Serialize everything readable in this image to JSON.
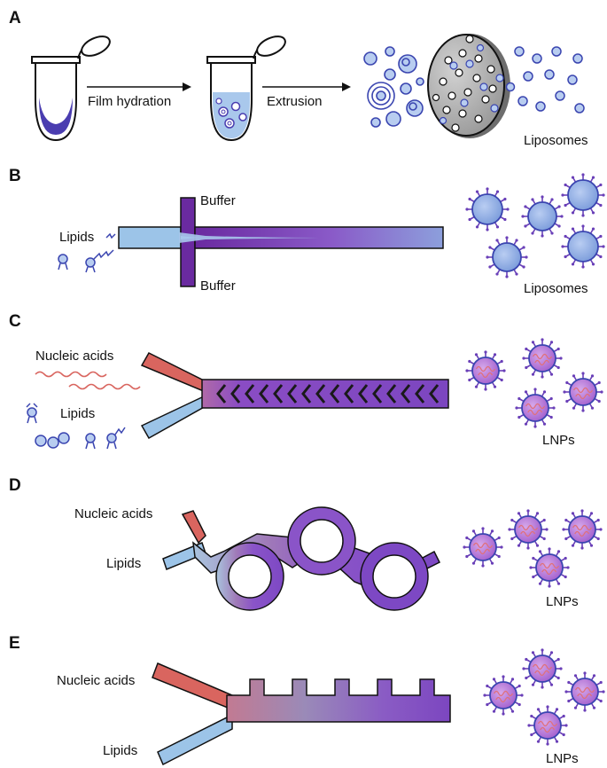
{
  "panels": {
    "a": {
      "letter": "A",
      "step1": "Film hydration",
      "step2": "Extrusion",
      "product": "Liposomes"
    },
    "b": {
      "letter": "B",
      "buffer_top": "Buffer",
      "buffer_bottom": "Buffer",
      "input": "Lipids",
      "product": "Liposomes"
    },
    "c": {
      "letter": "C",
      "input1": "Nucleic acids",
      "input2": "Lipids",
      "product": "LNPs"
    },
    "d": {
      "letter": "D",
      "input1": "Nucleic acids",
      "input2": "Lipids",
      "product": "LNPs"
    },
    "e": {
      "letter": "E",
      "input1": "Nucleic acids",
      "input2": "Lipids",
      "product": "LNPs"
    }
  },
  "colors": {
    "lipid_blue": "#9cc4e8",
    "nucleic_red": "#d9655f",
    "mix_purple": "#8a4cc4",
    "channel_dark": "#6a2aa0",
    "liposome_fill": "#8fb0e6",
    "lnp_fill": "#b57ad8"
  }
}
